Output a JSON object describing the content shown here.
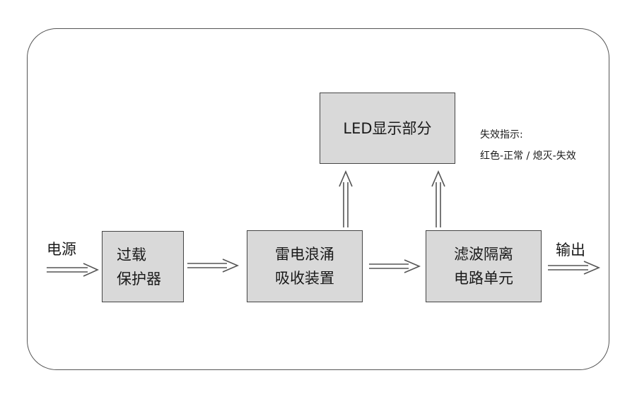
{
  "inputs": {
    "power": "电源"
  },
  "outputs": {
    "output": "输出"
  },
  "blocks": {
    "overload": {
      "line1": "过载",
      "line2": "保护器"
    },
    "surge": {
      "line1": "雷电浪涌",
      "line2": "吸收装置"
    },
    "filter": {
      "line1": "滤波隔离",
      "line2": "电路单元"
    },
    "led": {
      "line1": "LED显示部分"
    }
  },
  "note": {
    "title": "失效指示:",
    "body": "红色-正常 / 熄灭-失效"
  }
}
